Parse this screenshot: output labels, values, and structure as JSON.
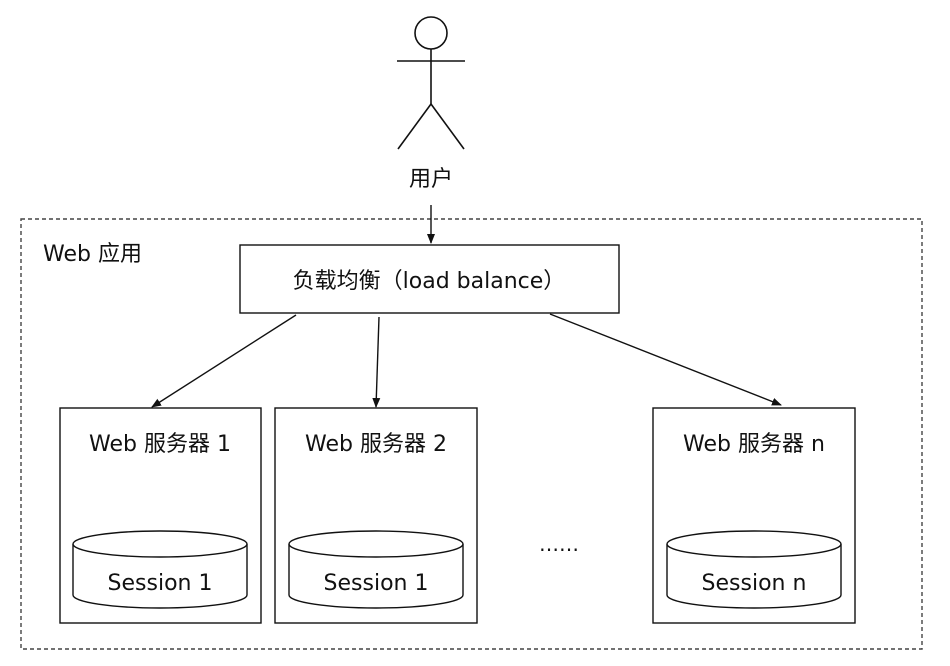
{
  "user": {
    "label": "用户"
  },
  "app_container": {
    "label": "Web 应用"
  },
  "load_balancer": {
    "label": "负载均衡（load balance）"
  },
  "servers": [
    {
      "label": "Web 服务器 1",
      "session": "Session 1"
    },
    {
      "label": "Web 服务器 2",
      "session": "Session 1"
    },
    {
      "label": "Web 服务器 n",
      "session": "Session n"
    }
  ],
  "ellipsis": "……",
  "colors": {
    "stroke": "#111111",
    "background": "#ffffff",
    "dashed_border": "#444444"
  }
}
